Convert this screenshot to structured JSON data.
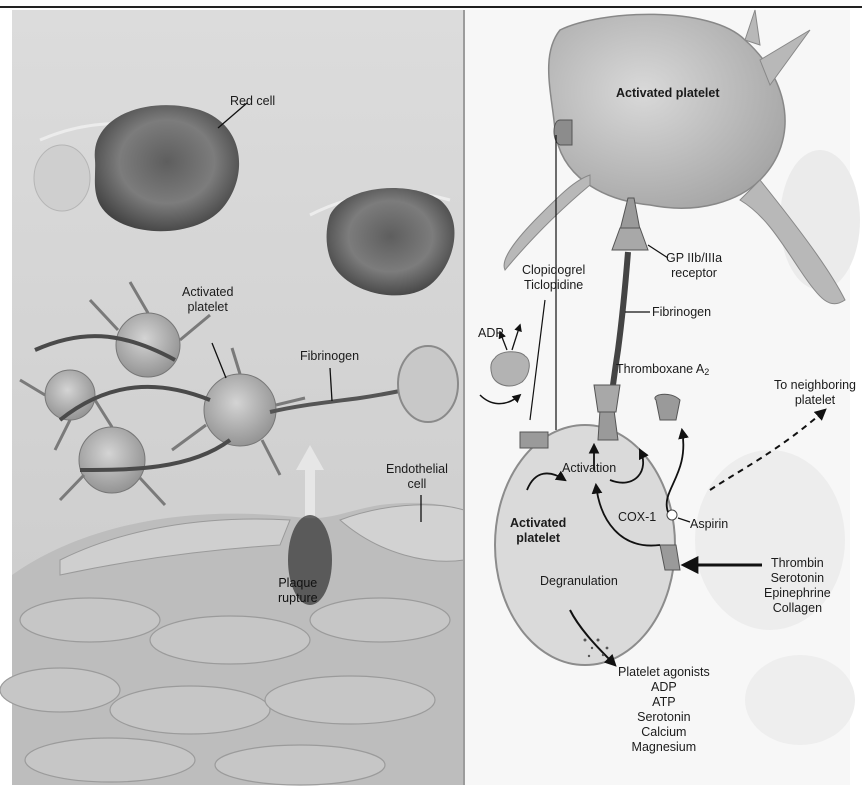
{
  "left_panel": {
    "red_cell": "Red cell",
    "activated_platelet": [
      "Activated",
      "platelet"
    ],
    "fibrinogen": "Fibrinogen",
    "endothelial_cell": [
      "Endothelial",
      "cell"
    ],
    "plaque_rupture": [
      "Plaque",
      "rupture"
    ]
  },
  "right_panel": {
    "activated_platelet_top": "Activated platelet",
    "gp_receptor": [
      "GP IIb/IIIa",
      "receptor"
    ],
    "clopidogrel": [
      "Clopidogrel",
      "Ticlopidine"
    ],
    "fibrinogen": "Fibrinogen",
    "adp": "ADP",
    "thromboxane": "Thromboxane A",
    "thromboxane_sub": "2",
    "to_neighboring": [
      "To neighboring",
      "platelet"
    ],
    "activation": "Activation",
    "cox1": "COX-1",
    "aspirin": "Aspirin",
    "activated_platelet_bottom": [
      "Activated",
      "platelet"
    ],
    "degranulation": "Degranulation",
    "agonists_in": [
      "Thrombin",
      "Serotonin",
      "Epinephrine",
      "Collagen"
    ],
    "platelet_agonists": [
      "Platelet agonists",
      "ADP",
      "ATP",
      "Serotonin",
      "Calcium",
      "Magnesium"
    ]
  }
}
